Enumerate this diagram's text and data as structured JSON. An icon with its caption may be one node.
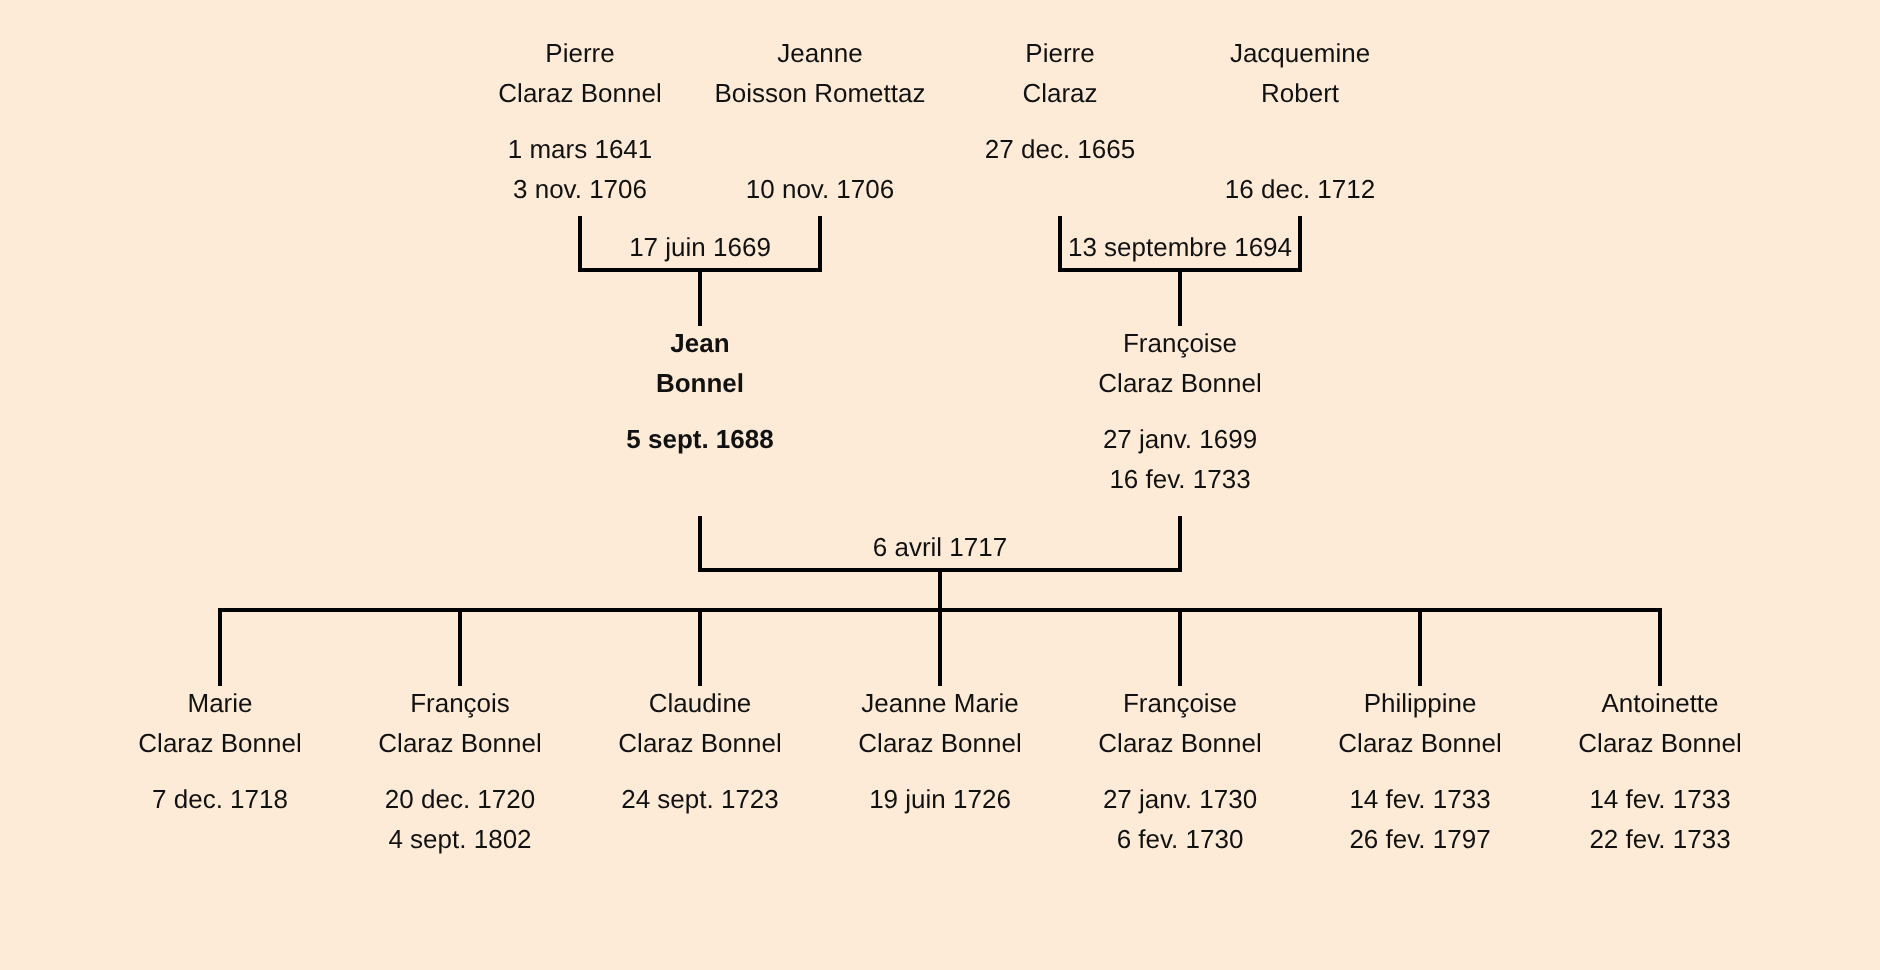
{
  "diagram": {
    "nodes": [
      {
        "text": [
          "Pierre",
          "Claraz Bonnel",
          "1 mars 1641",
          "3 nov. 1706"
        ]
      },
      {
        "text": [
          "Jeanne",
          "Boisson Romettaz",
          "10 nov. 1706"
        ]
      },
      {
        "text": [
          "Pierre",
          "Claraz",
          "27 dec. 1665"
        ]
      },
      {
        "text": [
          "Jacquemine",
          "Robert",
          "16 dec. 1712"
        ]
      },
      {
        "text": [
          "Jean",
          "Bonnel",
          "5 sept. 1688"
        ]
      },
      {
        "text": [
          "Françoise",
          "Claraz Bonnel",
          "27 janv. 1699",
          "16 fev. 1733"
        ]
      },
      {
        "text": [
          "Marie",
          "Claraz Bonnel",
          "7 dec. 1718"
        ]
      },
      {
        "text": [
          "François",
          "Claraz Bonnel",
          "20 dec. 1720",
          "4 sept. 1802"
        ]
      },
      {
        "text": [
          "Claudine",
          "Claraz Bonnel",
          "24 sept. 1723"
        ]
      },
      {
        "text": [
          "Jeanne Marie",
          "Claraz Bonnel",
          "19 juin 1726"
        ]
      },
      {
        "text": [
          "Françoise",
          "Claraz Bonnel",
          "27 janv. 1730",
          "6 fev. 1730"
        ]
      },
      {
        "text": [
          "Philippine",
          "Claraz Bonnel",
          "14 fev. 1733",
          "26 fev. 1797"
        ]
      },
      {
        "text": [
          "Antoinette",
          "Claraz Bonnel",
          "14 fev. 1733",
          "22 fev. 1733"
        ]
      }
    ],
    "edges": [
      {
        "from": 0,
        "to": 4,
        "arrow": "none"
      },
      {
        "from": 1,
        "to": 4,
        "arrow": "none"
      },
      {
        "from": 2,
        "to": 5,
        "arrow": "none"
      },
      {
        "from": 3,
        "to": 5,
        "arrow": "none"
      },
      {
        "from": 4,
        "to": 6,
        "arrow": "none"
      },
      {
        "from": 5,
        "to": 6,
        "arrow": "none"
      },
      {
        "from": 4,
        "to": 7,
        "arrow": "none"
      },
      {
        "from": 5,
        "to": 7,
        "arrow": "none"
      },
      {
        "from": 4,
        "to": 8,
        "arrow": "none"
      },
      {
        "from": 5,
        "to": 8,
        "arrow": "none"
      },
      {
        "from": 4,
        "to": 9,
        "arrow": "none"
      },
      {
        "from": 5,
        "to": 9,
        "arrow": "none"
      },
      {
        "from": 4,
        "to": 10,
        "arrow": "none"
      },
      {
        "from": 5,
        "to": 10,
        "arrow": "none"
      },
      {
        "from": 4,
        "to": 11,
        "arrow": "none"
      },
      {
        "from": 5,
        "to": 11,
        "arrow": "none"
      },
      {
        "from": 4,
        "to": 12,
        "arrow": "none"
      },
      {
        "from": 5,
        "to": 12,
        "arrow": "none"
      }
    ],
    "labels": [
      "17 juin 1669",
      "13 septembre 1694",
      "6 avril 1717"
    ]
  }
}
